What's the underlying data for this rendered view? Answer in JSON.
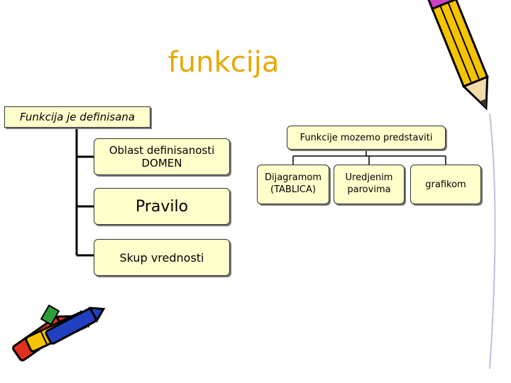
{
  "title": "funkcija",
  "left_tree": {
    "root": "Funkcija je definisana",
    "domain": [
      "Oblast definisanosti",
      "DOMEN"
    ],
    "rule": "Pravilo",
    "range": "Skup vrednosti"
  },
  "right_tree": {
    "root": "Funkcije mozemo predstaviti",
    "diagram": [
      "Dijagramom",
      "(TABLICA)"
    ],
    "pairs": [
      "Uredjenim",
      "parovima"
    ],
    "graph": "grafikom"
  },
  "icons": {
    "top_right": "pencil-icon",
    "bottom_left": "crayons-icon"
  },
  "colors": {
    "title": "#e6a800",
    "box_fill": "#ffffcc",
    "line": "#000000",
    "pencil": "#f5c400",
    "crayon_red": "#e03020",
    "crayon_green": "#2e9e3a",
    "crayon_blue": "#2040c0"
  }
}
